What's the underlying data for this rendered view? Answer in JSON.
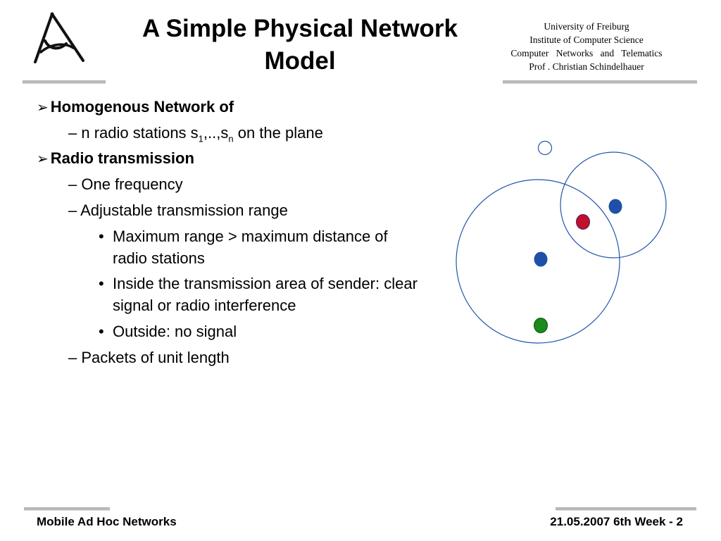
{
  "header": {
    "title_line1": "A Simple Physical Network",
    "title_line2": "Model",
    "institution": {
      "line1": "University of Freiburg",
      "line2": "Institute of Computer Science",
      "line3": "Computer Networks and Telematics",
      "line4": "Prof . Christian Schindelhauer"
    }
  },
  "content": {
    "b1": {
      "marker": "➢",
      "text": "Homogenous Network of"
    },
    "b1_1": {
      "dash": "– ",
      "pre": "n radio stations s",
      "sub1": "1",
      "mid": ",..,s",
      "sub2": "n",
      "post": " on the plane"
    },
    "b2": {
      "marker": "➢",
      "text": "Radio transmission"
    },
    "b2_1": {
      "text": "– One frequency"
    },
    "b2_2": {
      "text": "– Adjustable transmission range"
    },
    "b2_2_1": {
      "marker": "•",
      "text": "Maximum range > maximum distance of radio stations"
    },
    "b2_2_2": {
      "marker": "•",
      "text": "Inside the transmission area of sender: clear signal or radio interference"
    },
    "b2_2_3": {
      "marker": "•",
      "text": "Outside: no signal"
    },
    "b2_3": {
      "text": "– Packets of unit length"
    }
  },
  "diagram": {
    "colors": {
      "range_circle": "#2255aa",
      "station_blue": "#1f4fa8",
      "station_red": "#c0102a",
      "station_green": "#1a8a1a",
      "station_empty_stroke": "#2255aa"
    }
  },
  "footer": {
    "left": "Mobile Ad Hoc Networks",
    "right": "21.05.2007 6th Week - 2"
  }
}
